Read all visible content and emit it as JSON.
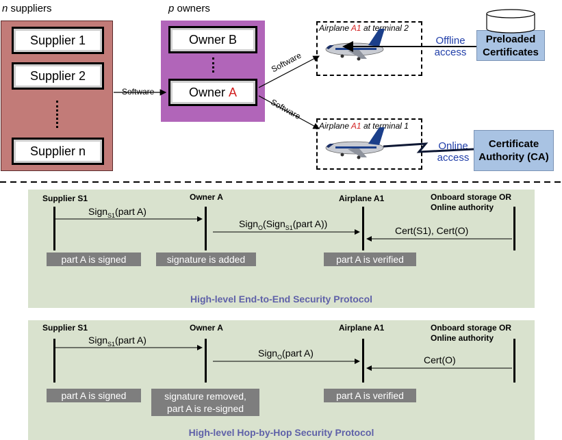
{
  "top": {
    "suppliers_header": {
      "var": "n",
      "text": " suppliers"
    },
    "owners_header": {
      "var": "p",
      "text": " owners"
    },
    "suppliers": [
      "Supplier 1",
      "Supplier 2",
      "Supplier n"
    ],
    "owners": {
      "b": "Owner B",
      "a_prefix": "Owner ",
      "a_letter": "A"
    },
    "software_label": "Software",
    "terminal2": {
      "prefix": "Airplane ",
      "id": "A1",
      "suffix": " at terminal 2"
    },
    "terminal1": {
      "prefix": "Airplane ",
      "id": "A1",
      "suffix": " at terminal 1"
    },
    "offline_access": {
      "line1": "Offline",
      "line2": "access"
    },
    "online_access": {
      "line1": "Online",
      "line2": "access"
    },
    "preloaded": {
      "line1": "Preloaded",
      "line2": "Certificates"
    },
    "ca": {
      "line1": "Certificate",
      "line2": "Authority (CA)"
    }
  },
  "protocols": [
    {
      "title": "High-level End-to-End Security Protocol",
      "lanes": {
        "supplier": "Supplier S1",
        "owner": "Owner A",
        "airplane": "Airplane A1",
        "storage_line1": "Onboard storage OR",
        "storage_line2": "Online authority"
      },
      "msg1": {
        "pre": "Sign",
        "sub": "S1",
        "post": "(part A)"
      },
      "msg2": {
        "pre": "Sign",
        "sub": "O",
        "mid": "(Sign",
        "sub2": "S1",
        "post": "(part A))"
      },
      "msg3": "Cert(S1), Cert(O)",
      "notes": {
        "supplier": "part A is signed",
        "owner": "signature is added",
        "airplane": "part A is verified"
      }
    },
    {
      "title": "High-level Hop-by-Hop Security Protocol",
      "lanes": {
        "supplier": "Supplier S1",
        "owner": "Owner A",
        "airplane": "Airplane A1",
        "storage_line1": "Onboard storage OR",
        "storage_line2": "Online authority"
      },
      "msg1": {
        "pre": "Sign",
        "sub": "S1",
        "post": "(part A)"
      },
      "msg2": {
        "pre": "Sign",
        "sub": "O",
        "post": "(part A)"
      },
      "msg3": "Cert(O)",
      "notes": {
        "supplier": "part A is signed",
        "owner_line1": "signature removed,",
        "owner_line2": "part A is re-signed",
        "airplane": "part A is verified"
      }
    }
  ]
}
